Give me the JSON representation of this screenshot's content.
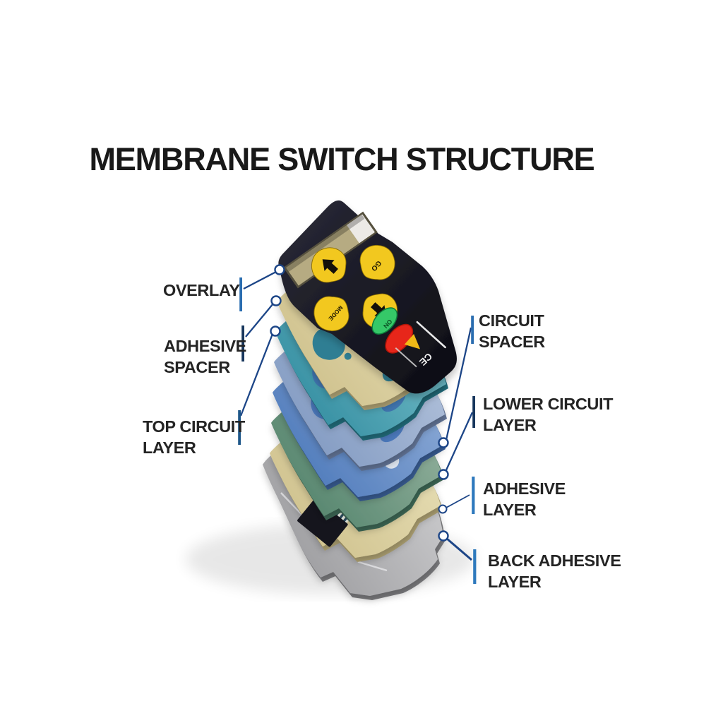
{
  "title": "MEMBRANE SWITCH STRUCTURE",
  "layers": [
    {
      "id": "overlay",
      "label": "OVERLAY",
      "side": "left",
      "color": "#1a1a23"
    },
    {
      "id": "adhesive-spacer",
      "label": "ADHESIVE\nSPACER",
      "side": "left",
      "color": "#d9cfa0"
    },
    {
      "id": "top-circuit-layer",
      "label": "TOP CIRCUIT\nLAYER",
      "side": "left",
      "color": "#4499ab"
    },
    {
      "id": "circuit-spacer",
      "label": "CIRCUIT\nSPACER",
      "side": "right",
      "color": "#7d9dcb"
    },
    {
      "id": "lower-circuit-layer",
      "label": "LOWER CIRCUIT\nLAYER",
      "side": "right",
      "color": "#6e9a85"
    },
    {
      "id": "adhesive-layer",
      "label": "ADHESIVE\nLAYER",
      "side": "right",
      "color": "#d9cfa0"
    },
    {
      "id": "back-adhesive-layer",
      "label": "BACK ADHESIVE\nLAYER",
      "side": "right",
      "color": "#b2b2b4"
    }
  ],
  "keypad": {
    "go": "GO",
    "mode": "MODE",
    "on": "ON",
    "ce": "CE"
  },
  "colors": {
    "accent_dark": "#17365d",
    "accent_mid": "#2a6db0",
    "accent_light": "#2e79bd",
    "petal_yellow": "#f2c81f",
    "button_green": "#35c868",
    "button_red": "#e7261a",
    "trace_white": "#eef2ea",
    "ribbon_dark": "#2c4e62",
    "connector_black": "#15151d"
  }
}
